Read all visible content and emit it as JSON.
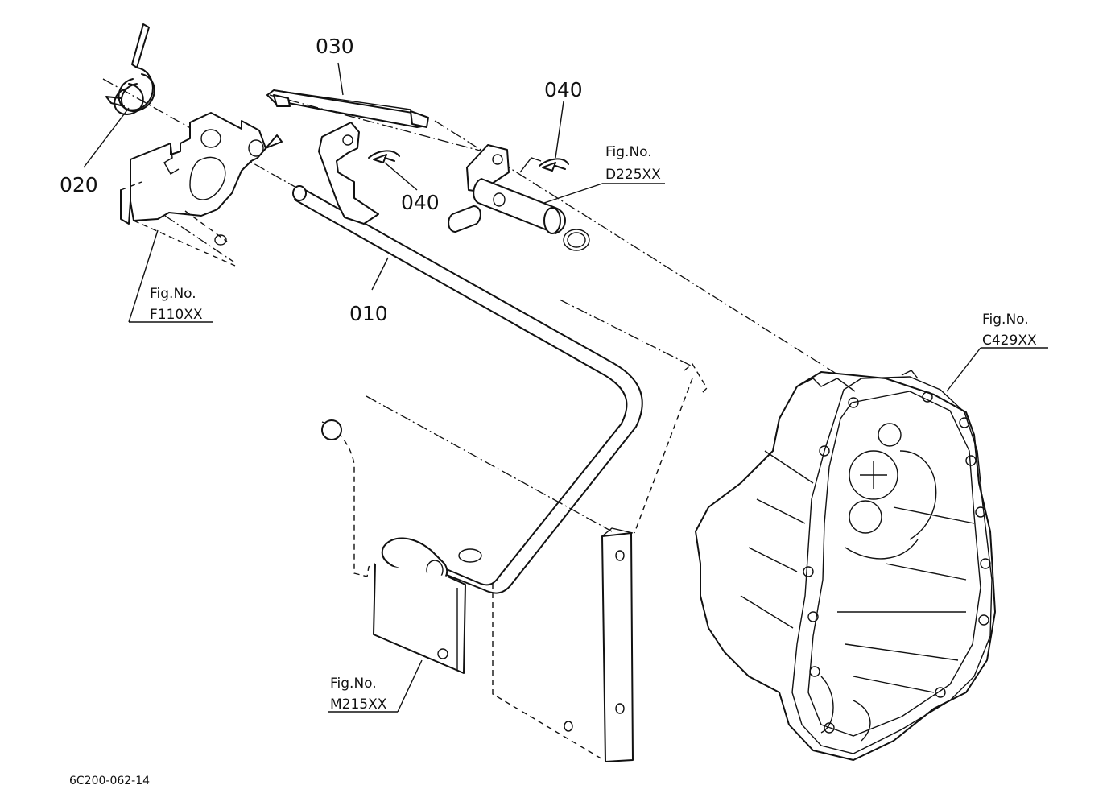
{
  "part_labels": {
    "p010": "010",
    "p020": "020",
    "p030": "030",
    "p040a": "040",
    "p040b": "040"
  },
  "figure_refs": {
    "d225": {
      "caption": "Fig.No.",
      "number": "D225XX"
    },
    "f110": {
      "caption": "Fig.No.",
      "number": "F110XX"
    },
    "c429": {
      "caption": "Fig.No.",
      "number": "C429XX"
    },
    "m215": {
      "caption": "Fig.No.",
      "number": "M215XX"
    }
  },
  "doc_code": "6C200-062-14"
}
